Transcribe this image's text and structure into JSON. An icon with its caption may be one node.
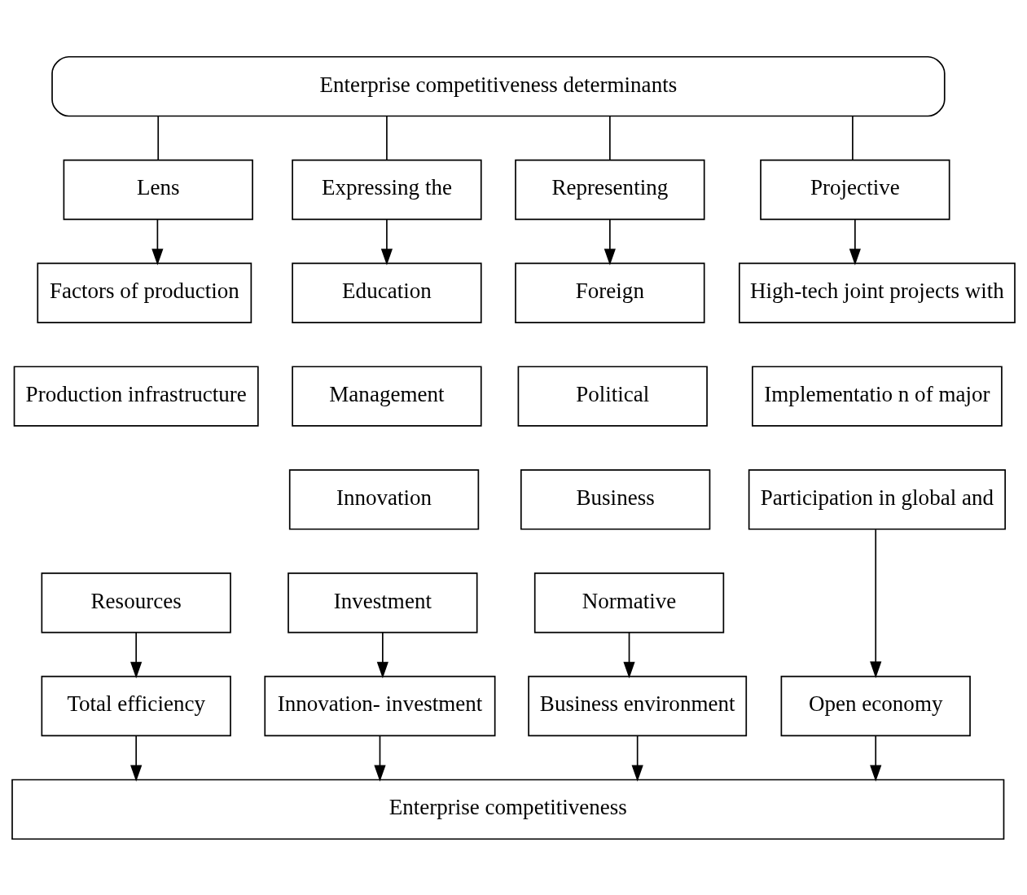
{
  "diagram": {
    "nodes": [
      {
        "text": [
          "Enterprise competitiveness determinants"
        ]
      },
      {
        "text": [
          "Lens"
        ]
      },
      {
        "text": [
          "Expressing the"
        ]
      },
      {
        "text": [
          "Representing"
        ]
      },
      {
        "text": [
          "Projective"
        ]
      },
      {
        "text": [
          "Factors of production"
        ]
      },
      {
        "text": [
          "Production infrastructure"
        ]
      },
      {
        "text": [
          "Resources"
        ]
      },
      {
        "text": [
          "Education"
        ]
      },
      {
        "text": [
          "Management"
        ]
      },
      {
        "text": [
          "Innovation"
        ]
      },
      {
        "text": [
          "Investment"
        ]
      },
      {
        "text": [
          "Foreign"
        ]
      },
      {
        "text": [
          "Political"
        ]
      },
      {
        "text": [
          "Business"
        ]
      },
      {
        "text": [
          "Normative"
        ]
      },
      {
        "text": [
          "High-tech joint projects with"
        ]
      },
      {
        "text": [
          "Implementatio n of major"
        ]
      },
      {
        "text": [
          "Participation in global and"
        ]
      },
      {
        "text": [
          "Total efficiency"
        ]
      },
      {
        "text": [
          "Innovation- investment"
        ]
      },
      {
        "text": [
          "Business environment"
        ]
      },
      {
        "text": [
          "Open economy"
        ]
      },
      {
        "text": [
          "Enterprise competitiveness"
        ]
      }
    ],
    "edges": [
      {
        "from": 0,
        "to": 1,
        "arrow": "none"
      },
      {
        "from": 0,
        "to": 2,
        "arrow": "none"
      },
      {
        "from": 0,
        "to": 3,
        "arrow": "none"
      },
      {
        "from": 0,
        "to": 4,
        "arrow": "none"
      },
      {
        "from": 1,
        "to": 5,
        "arrow": "to"
      },
      {
        "from": 2,
        "to": 8,
        "arrow": "to"
      },
      {
        "from": 3,
        "to": 12,
        "arrow": "to"
      },
      {
        "from": 4,
        "to": 16,
        "arrow": "to"
      },
      {
        "from": 7,
        "to": 19,
        "arrow": "to"
      },
      {
        "from": 11,
        "to": 20,
        "arrow": "to"
      },
      {
        "from": 15,
        "to": 21,
        "arrow": "to"
      },
      {
        "from": 18,
        "to": 22,
        "arrow": "to"
      },
      {
        "from": 19,
        "to": 23,
        "arrow": "to"
      },
      {
        "from": 20,
        "to": 23,
        "arrow": "to"
      },
      {
        "from": 21,
        "to": 23,
        "arrow": "to"
      },
      {
        "from": 22,
        "to": 23,
        "arrow": "to"
      }
    ]
  }
}
